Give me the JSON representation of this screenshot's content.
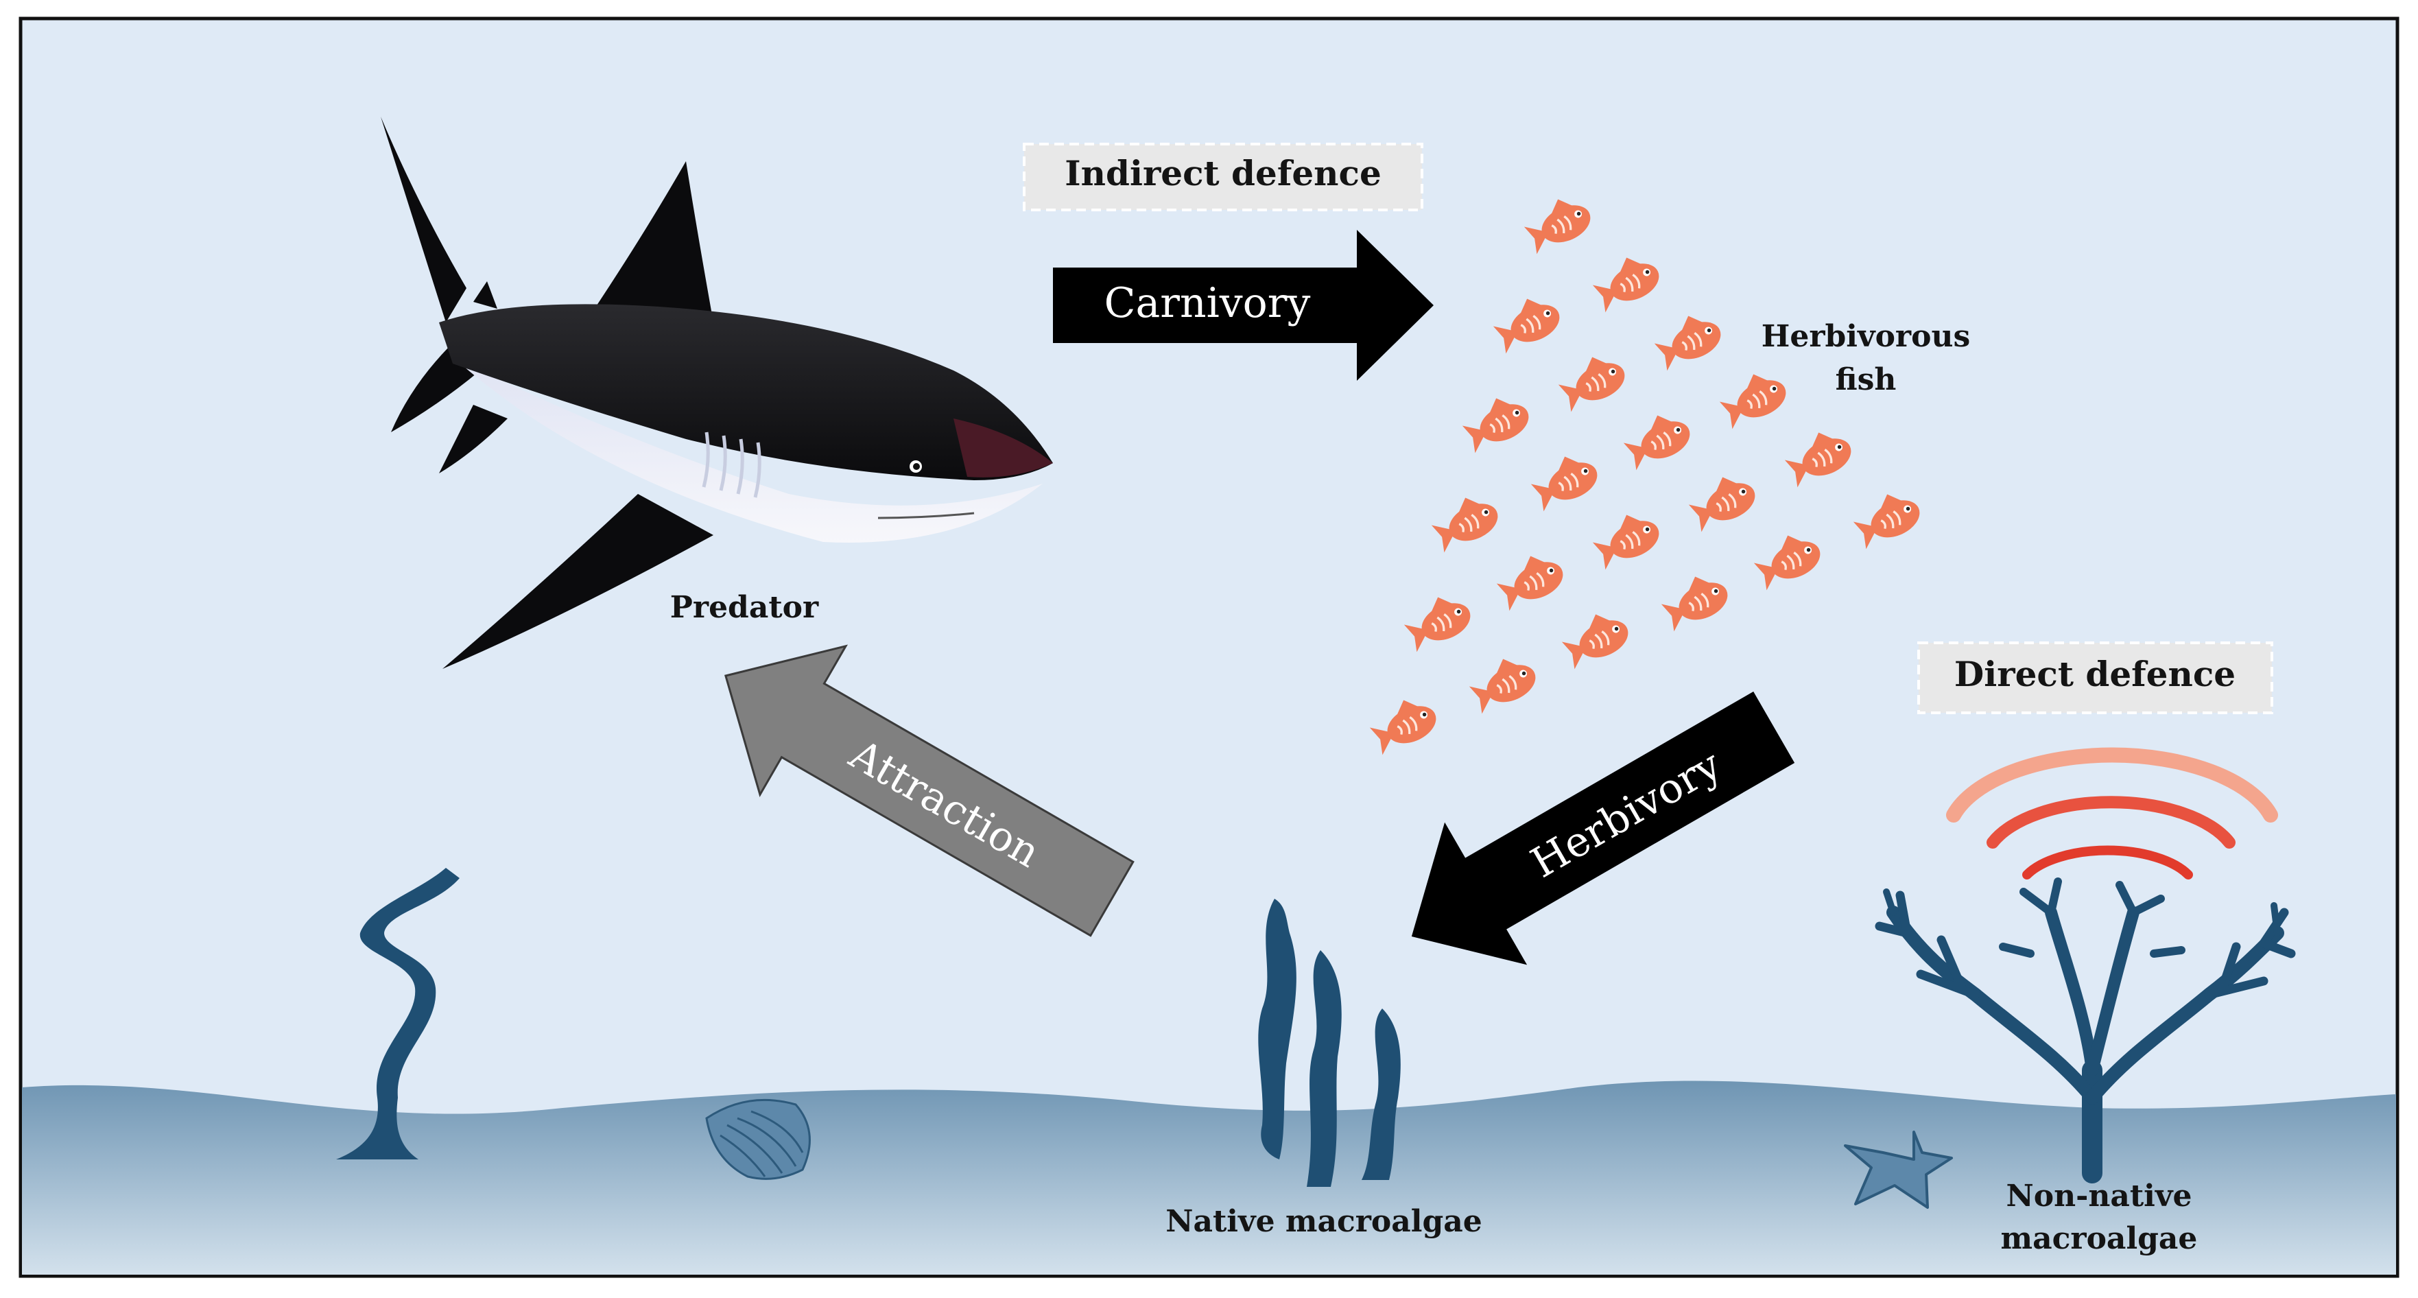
{
  "labels": {
    "indirect_defence": "Indirect defence",
    "direct_defence": "Direct defence",
    "carnivory": "Carnivory",
    "herbivory": "Herbivory",
    "attraction": "Attraction",
    "predator": "Predator",
    "herbivorous_fish_line1": "Herbivorous",
    "herbivorous_fish_line2": "fish",
    "native_macroalgae": "Native macroalgae",
    "non_native_line1": "Non-native",
    "non_native_line2": "macroalgae"
  },
  "icons": [
    "shark-icon",
    "fish-icon",
    "seaweed-icon",
    "coral-macroalgae-icon",
    "shell-icon",
    "starfish-icon",
    "signal-waves-icon"
  ],
  "colors": {
    "water": "#dfeaf6",
    "seabed_top": "#6f95b3",
    "seabed_bottom": "#c9d9e7",
    "algae": "#1f4f73",
    "fish": "#f07a55",
    "arrow_dark": "#000000",
    "arrow_grey": "#808080",
    "signal_outer": "#f4a58d",
    "signal_mid": "#e8523f",
    "signal_inner": "#e23b2c"
  }
}
